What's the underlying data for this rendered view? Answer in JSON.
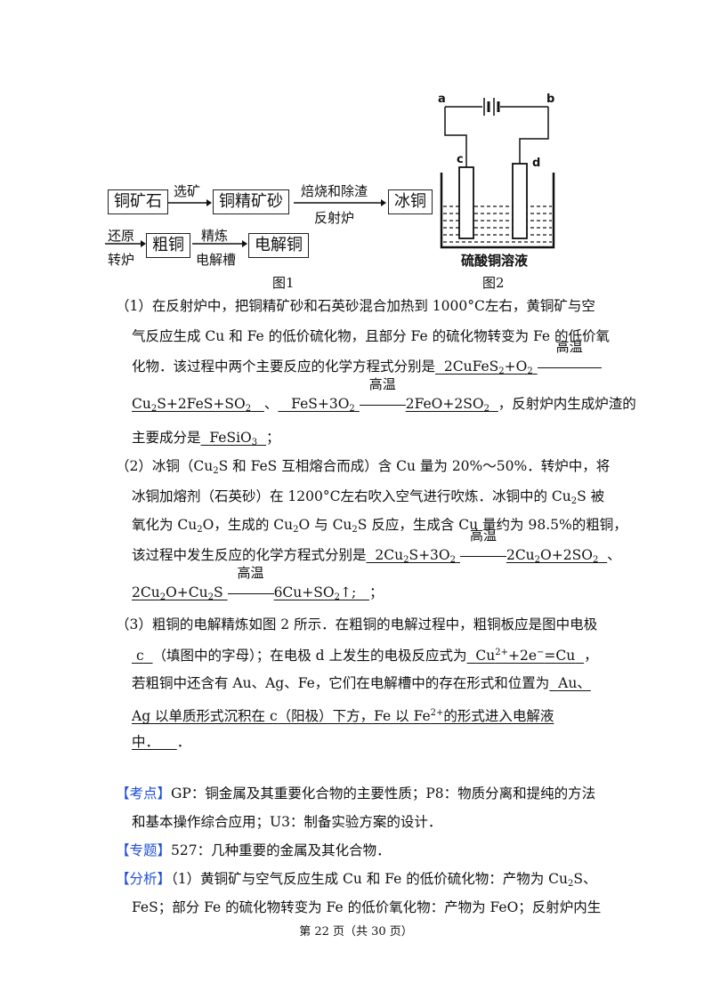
{
  "figure1": {
    "box_ore": "铜矿石",
    "arrow1_label": "选矿",
    "box_concentrate": "铜精矿砂",
    "arrow2_top": "焙烧和除渣",
    "arrow2_bottom": "反射炉",
    "box_matte": "冰铜",
    "arrow3_top": "还原",
    "arrow3_bottom": "转炉",
    "box_crude": "粗铜",
    "arrow4_top": "精炼",
    "arrow4_bottom": "电解槽",
    "box_electro": "电解铜",
    "caption": "图1"
  },
  "figure2": {
    "label_a": "a",
    "label_b": "b",
    "label_c": "c",
    "label_d": "d",
    "solution": "硫酸铜溶液",
    "caption": "图2"
  },
  "q1": {
    "l1": "（1）在反射炉中，把铜精矿砂和石英砂混合加热到 1000°C左右，黄铜矿与空",
    "l2": "气反应生成 Cu 和 Fe 的低价硫化物，且部分 Fe 的硫化物转变为 Fe 的低价氧",
    "l3_pre": "化物．该过程中两个主要反应的化学方程式分别是",
    "cond": "高温",
    "l4_comma": "、",
    "l4_post": "，反射炉内生成炉渣的",
    "l5_pre": "主要成分是",
    "l5_ans": "FeSiO",
    "l5_post": "；"
  },
  "q2": {
    "l1": "（2）冰铜（Cu",
    "l1b": "S 和 FeS 互相熔合而成）含 Cu 量为 20%～50%．转炉中，将",
    "l2": "冰铜加熔剂（石英砂）在 1200°C左右吹入空气进行吹炼．冰铜中的 Cu",
    "l2b": "S 被",
    "l3a": "氧化为 Cu",
    "l3b": "O，生成的 Cu",
    "l3c": "O 与 Cu",
    "l3d": "S 反应，生成含 Cu 量约为 98.5%的粗铜，",
    "l4_pre": "该过程中发生反应的化学方程式分别是",
    "l4_comma": "、",
    "l5_post": "；"
  },
  "q3": {
    "l1": "（3）粗铜的电解精炼如图 2 所示．在粗铜的电解过程中，粗铜板应是图中电极",
    "l2_ans": "c",
    "l2_mid": "（填图中的字母）；在电极 d 上发生的电极反应式为",
    "l2_ans2": "Cu",
    "l2_ans2b": "+2e",
    "l2_ans2c": "=Cu",
    "l2_post": "，",
    "l3_pre": "若粗铜中还含有 Au、Ag、Fe，它们在电解槽中的存在形式和位置为",
    "l3_ans": "Au、",
    "l4_ans": "Ag 以单质形式沉积在 c（阳极）下方，Fe 以 Fe",
    "l4_ans_b": "的形式进入电解液",
    "l5_ans": "中．",
    "l5_post": "．"
  },
  "analysis": {
    "kaodian_tag": "【考点】",
    "kaodian_l1": "GP：铜金属及其重要化合物的主要性质；P8：物质分离和提纯的方法",
    "kaodian_l2": "和基本操作综合应用；U3：制备实验方案的设计．",
    "zhuanti_tag": "【专题】",
    "zhuanti_text": "527：几种重要的金属及其化合物．",
    "fenxi_tag": "【分析】",
    "fenxi_l1": "（1）黄铜矿与空气反应生成 Cu 和 Fe 的低价硫化物：产物为 Cu",
    "fenxi_l1b": "S、",
    "fenxi_l2": "FeS；部分 Fe 的硫化物转变为 Fe 的低价氧化物：产物为 FeO；反射炉内生"
  },
  "footer": {
    "text": "第 22 页（共 30 页）"
  }
}
